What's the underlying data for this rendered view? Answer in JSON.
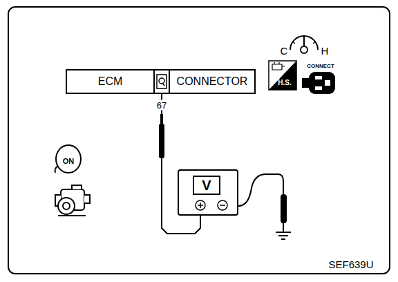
{
  "diagram": {
    "nodes": [
      {
        "text": [
          "ECM",
          "CONNECTOR"
        ]
      },
      {
        "text": [
          "V"
        ]
      }
    ],
    "edges": [
      {
        "from": 0,
        "to": 1,
        "arrow": "none"
      }
    ],
    "labels": [
      "C",
      "H",
      "67",
      "H.S.",
      "CONNECT",
      "ON",
      "SEF639U"
    ]
  }
}
